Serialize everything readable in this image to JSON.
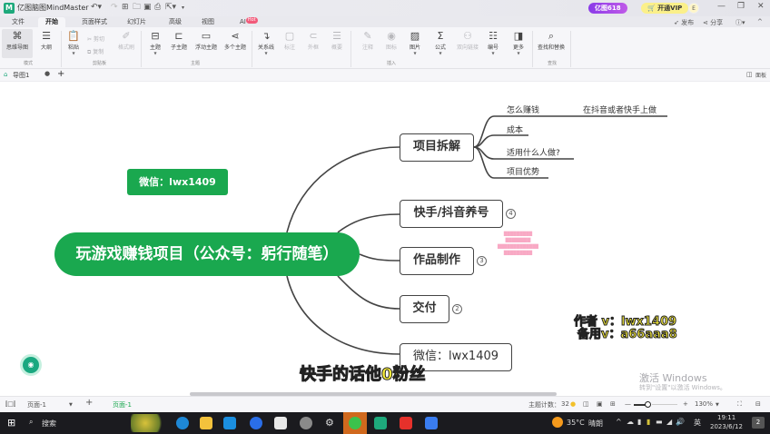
{
  "titlebar": {
    "app_logo": "M",
    "app_title": "亿图脑图MindMaster",
    "quick_access": [
      "undo-icon",
      "redo-icon",
      "new-icon",
      "open-icon",
      "save-icon",
      "print-icon",
      "export-icon",
      "more-icon"
    ],
    "promo_label": "亿图618",
    "vip_label": "开通VIP",
    "avatar_letter": "E",
    "window_controls": {
      "minimize": "—",
      "restore": "❐",
      "close": "✕"
    }
  },
  "menu": {
    "tabs": [
      {
        "label": "文件",
        "active": false
      },
      {
        "label": "开始",
        "active": true
      },
      {
        "label": "页面样式",
        "active": false
      },
      {
        "label": "幻灯片",
        "active": false
      },
      {
        "label": "高级",
        "active": false
      },
      {
        "label": "视图",
        "active": false
      },
      {
        "label": "AI",
        "active": false,
        "badge": "Hot"
      }
    ],
    "right_actions": {
      "publish": "发布",
      "share": "分享",
      "help": "?",
      "collapse": "^"
    }
  },
  "ribbon": {
    "groups": {
      "mode": "模式",
      "clipboard": "剪贴板",
      "topic": "主题",
      "insert": "插入",
      "find": "查找"
    },
    "buttons": {
      "mindmap": "思维导图",
      "outline": "大纲",
      "paste": "粘贴",
      "cut": "剪切",
      "copy": "复制",
      "format_painter": "格式刷",
      "topic": "主题",
      "subtopic": "子主题",
      "floating_topic": "浮动主题",
      "multi_topic": "多个主题",
      "relationship": "关系线",
      "callout": "标注",
      "boundary": "外框",
      "summary": "概要",
      "note": "注释",
      "icon": "图标",
      "picture": "图片",
      "formula": "公式",
      "bidirectional_link": "双向链接",
      "numbering": "编号",
      "more": "更多",
      "find_replace": "查找和替换"
    }
  },
  "doc_tabs": {
    "tabs": [
      {
        "label": "导图1",
        "modified": true
      }
    ],
    "add": "+",
    "panel": "面板"
  },
  "mindmap": {
    "root": "玩游戏赚钱项目（公众号：躬行随笔）",
    "floating": "微信：lwx1409",
    "branches": [
      {
        "label": "项目拆解",
        "badge": null,
        "children": [
          {
            "label": "怎么赚钱",
            "children": [
              {
                "label": "在抖音或者快手上做"
              }
            ]
          },
          {
            "label": "成本"
          },
          {
            "label": "适用什么人做?"
          },
          {
            "label": "项目优势"
          }
        ]
      },
      {
        "label": "快手/抖音养号",
        "badge": "4"
      },
      {
        "label": "作品制作",
        "badge": "3"
      },
      {
        "label": "交付",
        "badge": "2"
      },
      {
        "label": "微信：lwx1409",
        "badge": null
      }
    ],
    "watermark_lines": [
      "█████████",
      "████████",
      "█████████████",
      "█████████"
    ]
  },
  "overlays": {
    "author_line1": "作者 v：lwx1409",
    "author_line2": "备用v：a66aaa8",
    "subtitle": "快手的话他0粉丝",
    "activate_title": "激活 Windows",
    "activate_sub": "转到\"设置\"以激活 Windows。"
  },
  "statusbar": {
    "page_selector": "页面-1",
    "add_page": "+",
    "active_page": "页面-1",
    "topic_count_label": "主题计数：",
    "topic_count": "32",
    "zoom_minus": "—",
    "zoom_plus": "+",
    "zoom_level": "130%"
  },
  "taskbar": {
    "search_label": "搜索",
    "weather_temp": "35°C",
    "weather_desc": "晴朗",
    "ime": "英",
    "time": "19:11",
    "date": "2023/6/12",
    "notification_count": "2",
    "apps": [
      {
        "name": "edge",
        "color": "#1e88d6"
      },
      {
        "name": "file-explorer",
        "color": "#f3c23c"
      },
      {
        "name": "mail",
        "color": "#1b8fe0"
      },
      {
        "name": "kugou",
        "color": "#2a6ee8"
      },
      {
        "name": "store",
        "color": "#e8e8e8"
      },
      {
        "name": "bird-app",
        "color": "#8a8a8a"
      },
      {
        "name": "settings",
        "color": "#cfcfcf"
      },
      {
        "name": "wechat",
        "color": "#3cc24c"
      },
      {
        "name": "mindmaster",
        "color": "#1ea97c"
      },
      {
        "name": "wps",
        "color": "#e6312b"
      },
      {
        "name": "blue-app",
        "color": "#3a7df0"
      }
    ]
  },
  "colors": {
    "accent_green": "#1aa84f",
    "node_border": "#444444",
    "caption_yellow": "#f7ec3a",
    "promo_purple": "#8a3be8",
    "vip_yellow": "#fbf08a"
  }
}
